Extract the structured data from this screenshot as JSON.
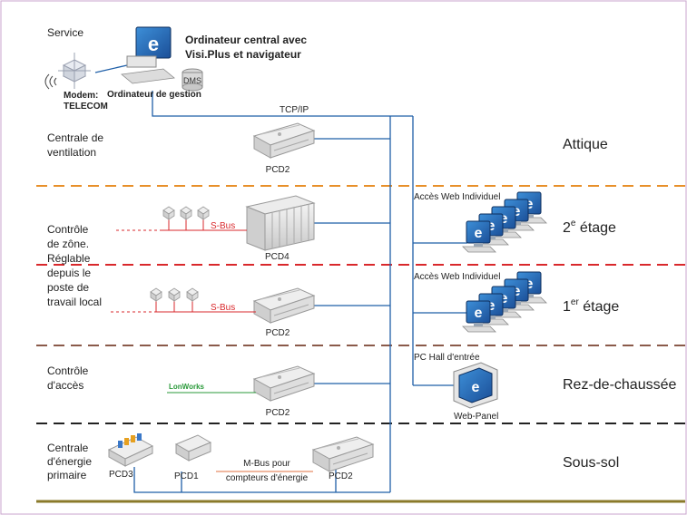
{
  "service": {
    "service_label": "Service",
    "central_computer_line1": "Ordinateur central avec",
    "central_computer_line2": "Visi.Plus et navigateur",
    "dms_label": "DMS",
    "management_computer_label": "Ordinateur de gestion",
    "modem_line1": "Modem:",
    "modem_line2": "TELECOM",
    "tcpip_label": "TCP/IP"
  },
  "floors": {
    "attic": "Attique",
    "floor2_num": "2",
    "floor2_sup": "e",
    "floor2_word": " étage",
    "floor1_num": "1",
    "floor1_sup": "er",
    "floor1_word": " étage",
    "ground": "Rez-de-chaussée",
    "basement": "Sous-sol"
  },
  "zones": {
    "ventilation_line1": "Centrale de",
    "ventilation_line2": "ventilation",
    "zone_control_lines": [
      "Contrôle",
      "de zône.",
      "Réglable",
      "depuis le",
      "poste de",
      "travail local"
    ],
    "access_control_line1": "Contrôle",
    "access_control_line2": "d'accès",
    "energy_line1": "Centrale",
    "energy_line2": "d'énergie",
    "energy_line3": "primaire"
  },
  "devices": {
    "pcd2_attic": "PCD2",
    "pcd4": "PCD4",
    "pcd2_floor1": "PCD2",
    "pcd2_ground": "PCD2",
    "pcd3": "PCD3",
    "pcd1": "PCD1",
    "pcd2_basement": "PCD2"
  },
  "buses": {
    "sbus_2": "S-Bus",
    "sbus_1": "S-Bus",
    "lonworks": "LonWorks",
    "mbus_line1": "M-Bus pour",
    "mbus_line2": "compteurs d'énergie"
  },
  "web": {
    "access_floor2": "Accès Web Individuel",
    "access_floor1": "Accès Web Individuel",
    "pc_hall": "PC Hall d'entrée",
    "web_panel": "Web-Panel"
  },
  "colors": {
    "frame": "#c9a3cc",
    "network": "#1f5fa8",
    "orange_divider": "#e8902a",
    "red_divider": "#d9282c",
    "brown_divider": "#8a5a4a",
    "black_divider": "#222222",
    "bottom_rule": "#8a7a2a",
    "sbus": "#d9282c",
    "lonworks": "#2a9a3a",
    "mbus": "#e07040"
  }
}
